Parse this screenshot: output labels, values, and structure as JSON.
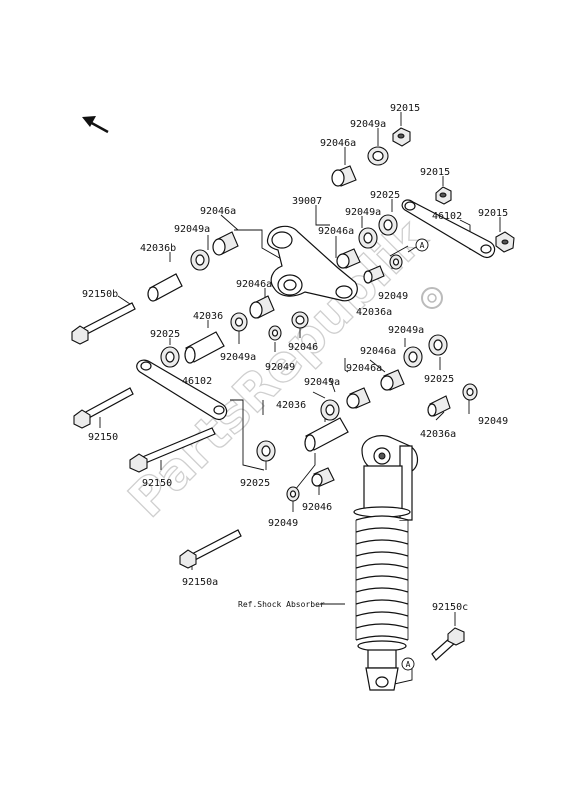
{
  "watermark": "PartsRepublik",
  "reference_label": "Ref.Shock Absorber",
  "circle_marker": "A",
  "labels": {
    "p92015_top": "92015",
    "p92049a_top": "92049a",
    "p92046a_top": "92046a",
    "p92015_mid": "92015",
    "p92025_top": "92025",
    "p46102_right": "46102",
    "p92015_right": "92015",
    "p39007": "39007",
    "p92049a_r1": "92049a",
    "p92046a_left": "92046a",
    "p92049a_left": "92049a",
    "p92046a_r1": "92046a",
    "p42036b": "42036b",
    "p92046a_mid": "92046a",
    "p92049_r1": "92049",
    "p92150b": "92150b",
    "p42036a_top": "42036a",
    "p42036_left": "42036",
    "p92025_left": "92025",
    "p92049a_c": "92049a",
    "p92046_c": "92046",
    "p92049a_r2": "92049a",
    "p92049_c": "92049",
    "p92046a_r2": "92046a",
    "p46102_left": "46102",
    "p92049a_r3": "92049a",
    "p92046a_r3": "92046a",
    "p92025_right": "92025",
    "p42036_mid": "42036",
    "p92049_right": "92049",
    "p42036a_right": "42036a",
    "p92150_left": "92150",
    "p92150_mid": "92150",
    "p92025_low": "92025",
    "p92046_low": "92046",
    "p92049_low": "92049",
    "p92150a": "92150a",
    "p92150c": "92150c"
  }
}
